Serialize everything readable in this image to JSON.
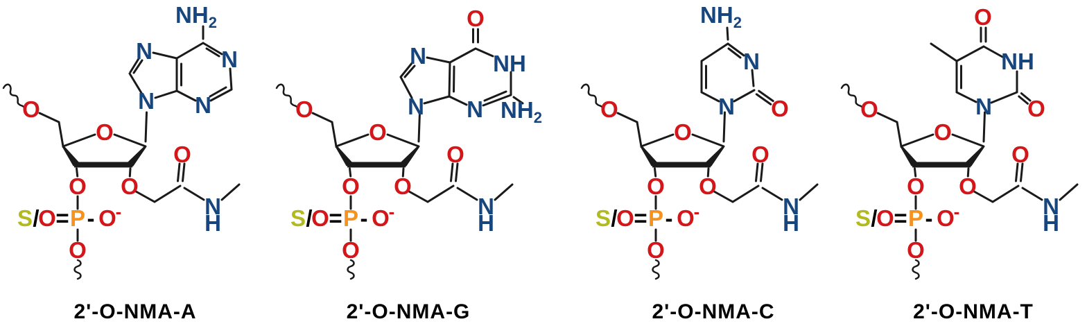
{
  "figure": {
    "background": "#ffffff",
    "colors": {
      "nitrogen_blue": "#17457e",
      "oxygen_red": "#d2161a",
      "phosphorus_orange": "#f6921e",
      "sulfur_olive": "#b2ba1f",
      "bond_black": "#1a1a1a",
      "label_black": "#000000"
    },
    "structures": [
      {
        "name": "2'-O-NMA-A",
        "base": "adenine"
      },
      {
        "name": "2'-O-NMA-G",
        "base": "guanine"
      },
      {
        "name": "2'-O-NMA-C",
        "base": "cytosine"
      },
      {
        "name": "2'-O-NMA-T",
        "base": "thymine"
      }
    ],
    "atoms": {
      "common": {
        "o5": "O",
        "ring_o": "O",
        "o3": "O",
        "o2": "O",
        "s": "S",
        "slash": "/",
        "o_double": "O",
        "equals": "=",
        "p": "P",
        "dash": "-",
        "o_minus": "O",
        "minus_charge": "-",
        "o_bridge": "O",
        "carbonyl_o": "O",
        "amide_n": "N",
        "amide_h": "H"
      },
      "adenine": {
        "amine": "NH",
        "amine_sub": "2",
        "n1": "N",
        "n3": "N",
        "n7": "N",
        "n9": "N"
      },
      "guanine": {
        "o6": "O",
        "n1h": "NH",
        "n3": "N",
        "n7": "N",
        "n9": "N",
        "amine": "NH",
        "amine_sub": "2"
      },
      "cytosine": {
        "amine": "NH",
        "amine_sub": "2",
        "n3": "N",
        "n1": "N",
        "o2": "O"
      },
      "thymine": {
        "o4": "O",
        "n3h": "NH",
        "n1": "N",
        "o2": "O"
      }
    }
  }
}
